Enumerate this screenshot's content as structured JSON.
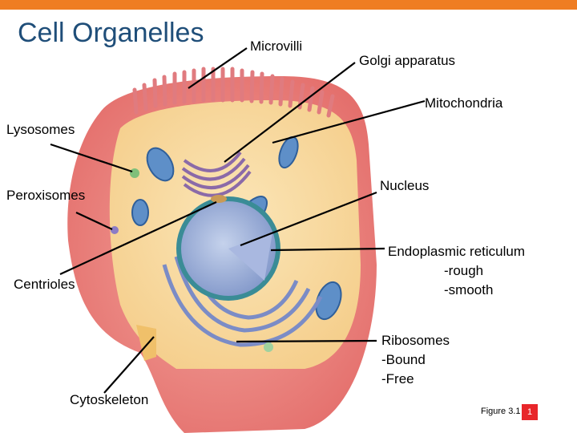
{
  "title": "Cell Organelles",
  "labels": {
    "microvilli": "Microvilli",
    "golgi": "Golgi apparatus",
    "mitochondria": "Mitochondria",
    "lysosomes": "Lysosomes",
    "nucleus": "Nucleus",
    "peroxisomes": "Peroxisomes",
    "er_title": "Endoplasmic reticulum",
    "er_rough": "-rough",
    "er_smooth": "-smooth",
    "centrioles": "Centrioles",
    "ribosomes_title": "Ribosomes",
    "ribosomes_bound": "-Bound",
    "ribosomes_free": "-Free",
    "cytoskeleton": "Cytoskeleton"
  },
  "footer": {
    "figure": "Figure 3.1",
    "page": "1"
  },
  "colors": {
    "accent_bar": "#ef7d22",
    "title": "#1f4e79",
    "page_badge": "#e8262a"
  }
}
